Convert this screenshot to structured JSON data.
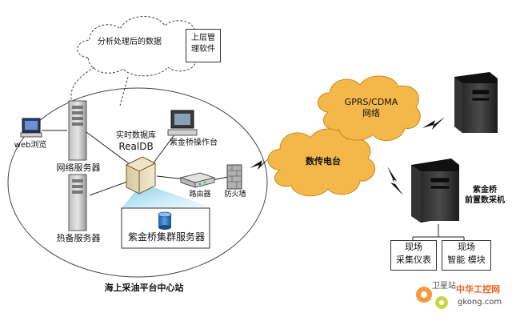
{
  "cloud_top": {
    "line1": "分析处理后的数据"
  },
  "mgmt_box": {
    "line1": "上层管",
    "line2": "理软件"
  },
  "center_station": {
    "title": "海上采油平台中心站"
  },
  "web_pc": {
    "label": "web浏览"
  },
  "network_server": {
    "label": "网络服务器"
  },
  "realtime_db": {
    "line1": "实时数据库",
    "line2": "RealDB"
  },
  "operator_pc": {
    "label": "紫金桥操作台"
  },
  "router": {
    "label": "路由器"
  },
  "firewall": {
    "label": "防火墙"
  },
  "standby_server": {
    "label": "热备服务器"
  },
  "cluster_server": {
    "label": "紫金桥集群服务器"
  },
  "radio_cloud": {
    "label": "数传电台"
  },
  "gprs_cloud": {
    "line1": "GPRS/CDMA",
    "line2": "网络"
  },
  "collector": {
    "line1": "紫金桥",
    "line2": "前置数采机"
  },
  "field_devices": [
    {
      "line1": "现场",
      "line2": "采集仪表"
    },
    {
      "line1": "现场",
      "line2": "智能 模块"
    }
  ],
  "watermark": {
    "line1": "卫星站",
    "line2": "中华工控网",
    "line3": "gkong.com"
  },
  "colors": {
    "cloud": "#f4b84a",
    "cloud_edge": "#c98a1e",
    "watermark": "#e8641e"
  }
}
